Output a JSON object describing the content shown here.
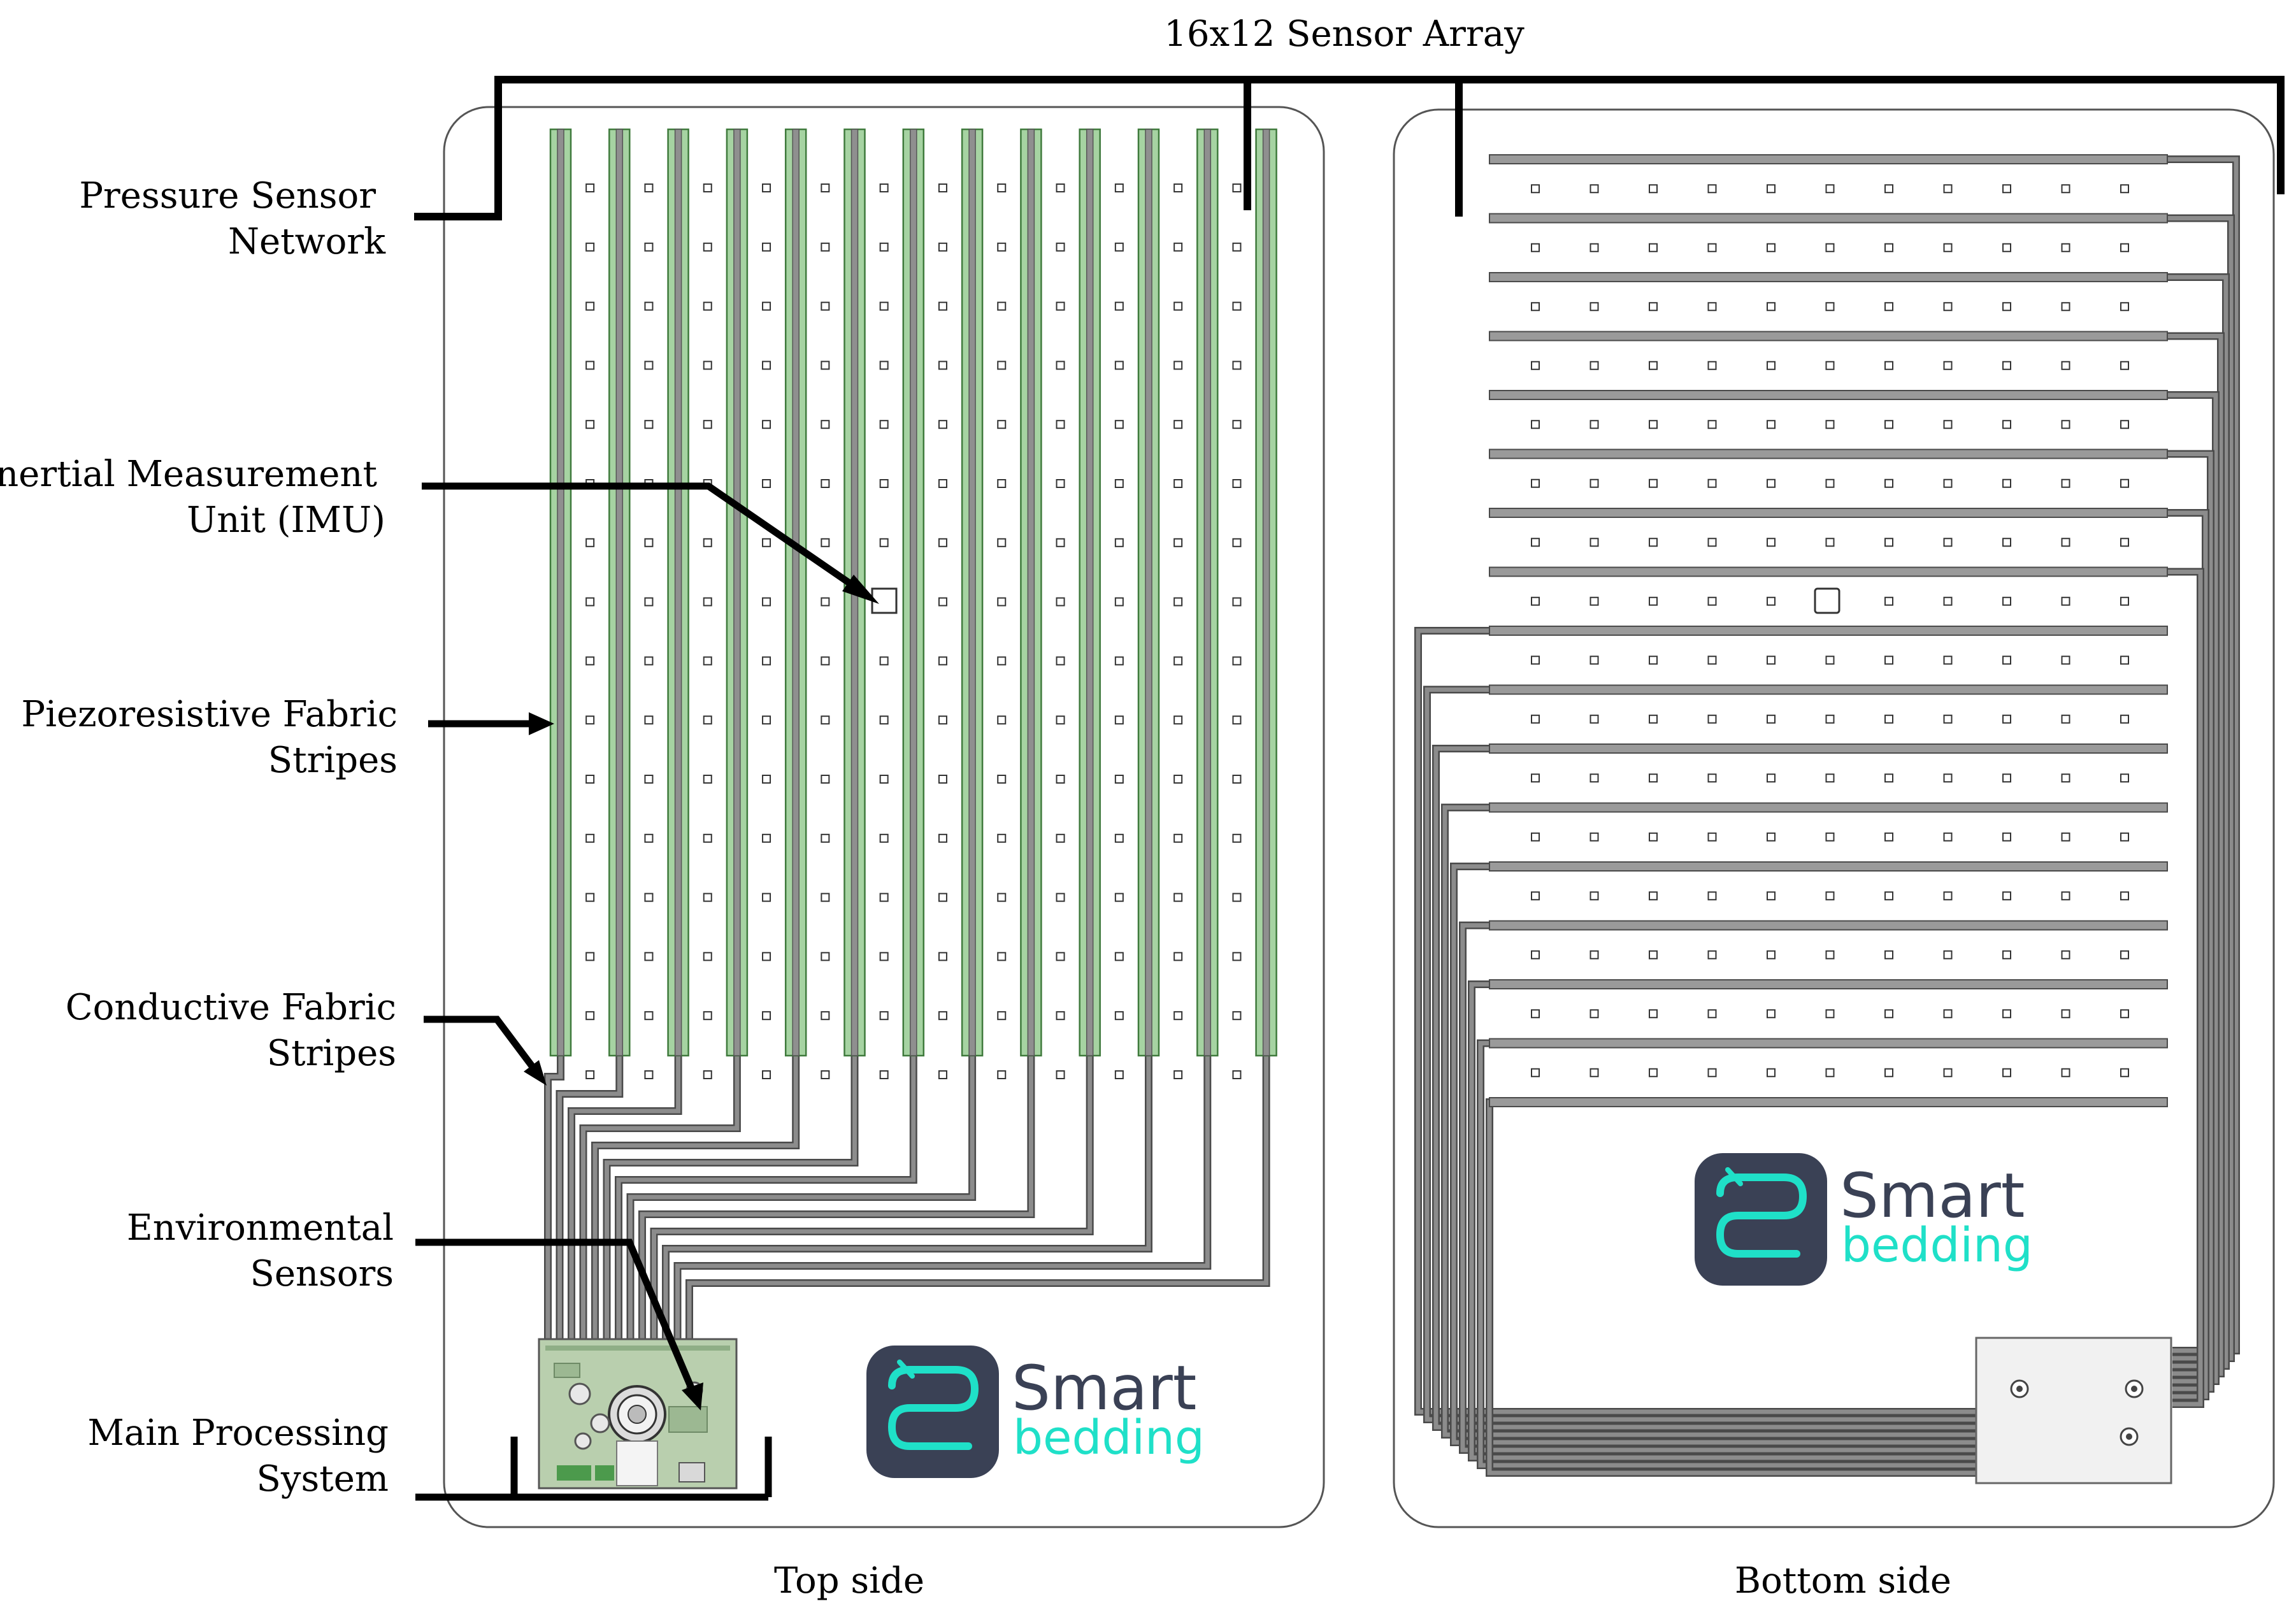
{
  "title": "16x12 Sensor Array",
  "labels": {
    "pressure_line1": "Pressure Sensor",
    "pressure_line2": "Network",
    "imu_line1": "Inertial Measurement",
    "imu_line2": "Unit (IMU)",
    "piezo_line1": "Piezoresistive Fabric",
    "piezo_line2": "Stripes",
    "conductive_line1": "Conductive Fabric",
    "conductive_line2": "Stripes",
    "env_line1": "Environmental",
    "env_line2": "Sensors",
    "main_line1": "Main Processing",
    "main_line2": "System"
  },
  "captions": {
    "top": "Top side",
    "bottom": "Bottom side"
  },
  "logo": {
    "word1": "Smart",
    "word2": "bedding"
  },
  "array": {
    "columns": 12,
    "rows": 16
  },
  "colors": {
    "stripe_fill": "#a6d3a2",
    "stripe_edge": "#3f7a3c",
    "wire": "#8c8c8c",
    "wire_edge": "#4a4a4a",
    "pcb": "#b9cfae",
    "logo_dark": "#3a4155",
    "logo_accent": "#1fe0c8"
  }
}
